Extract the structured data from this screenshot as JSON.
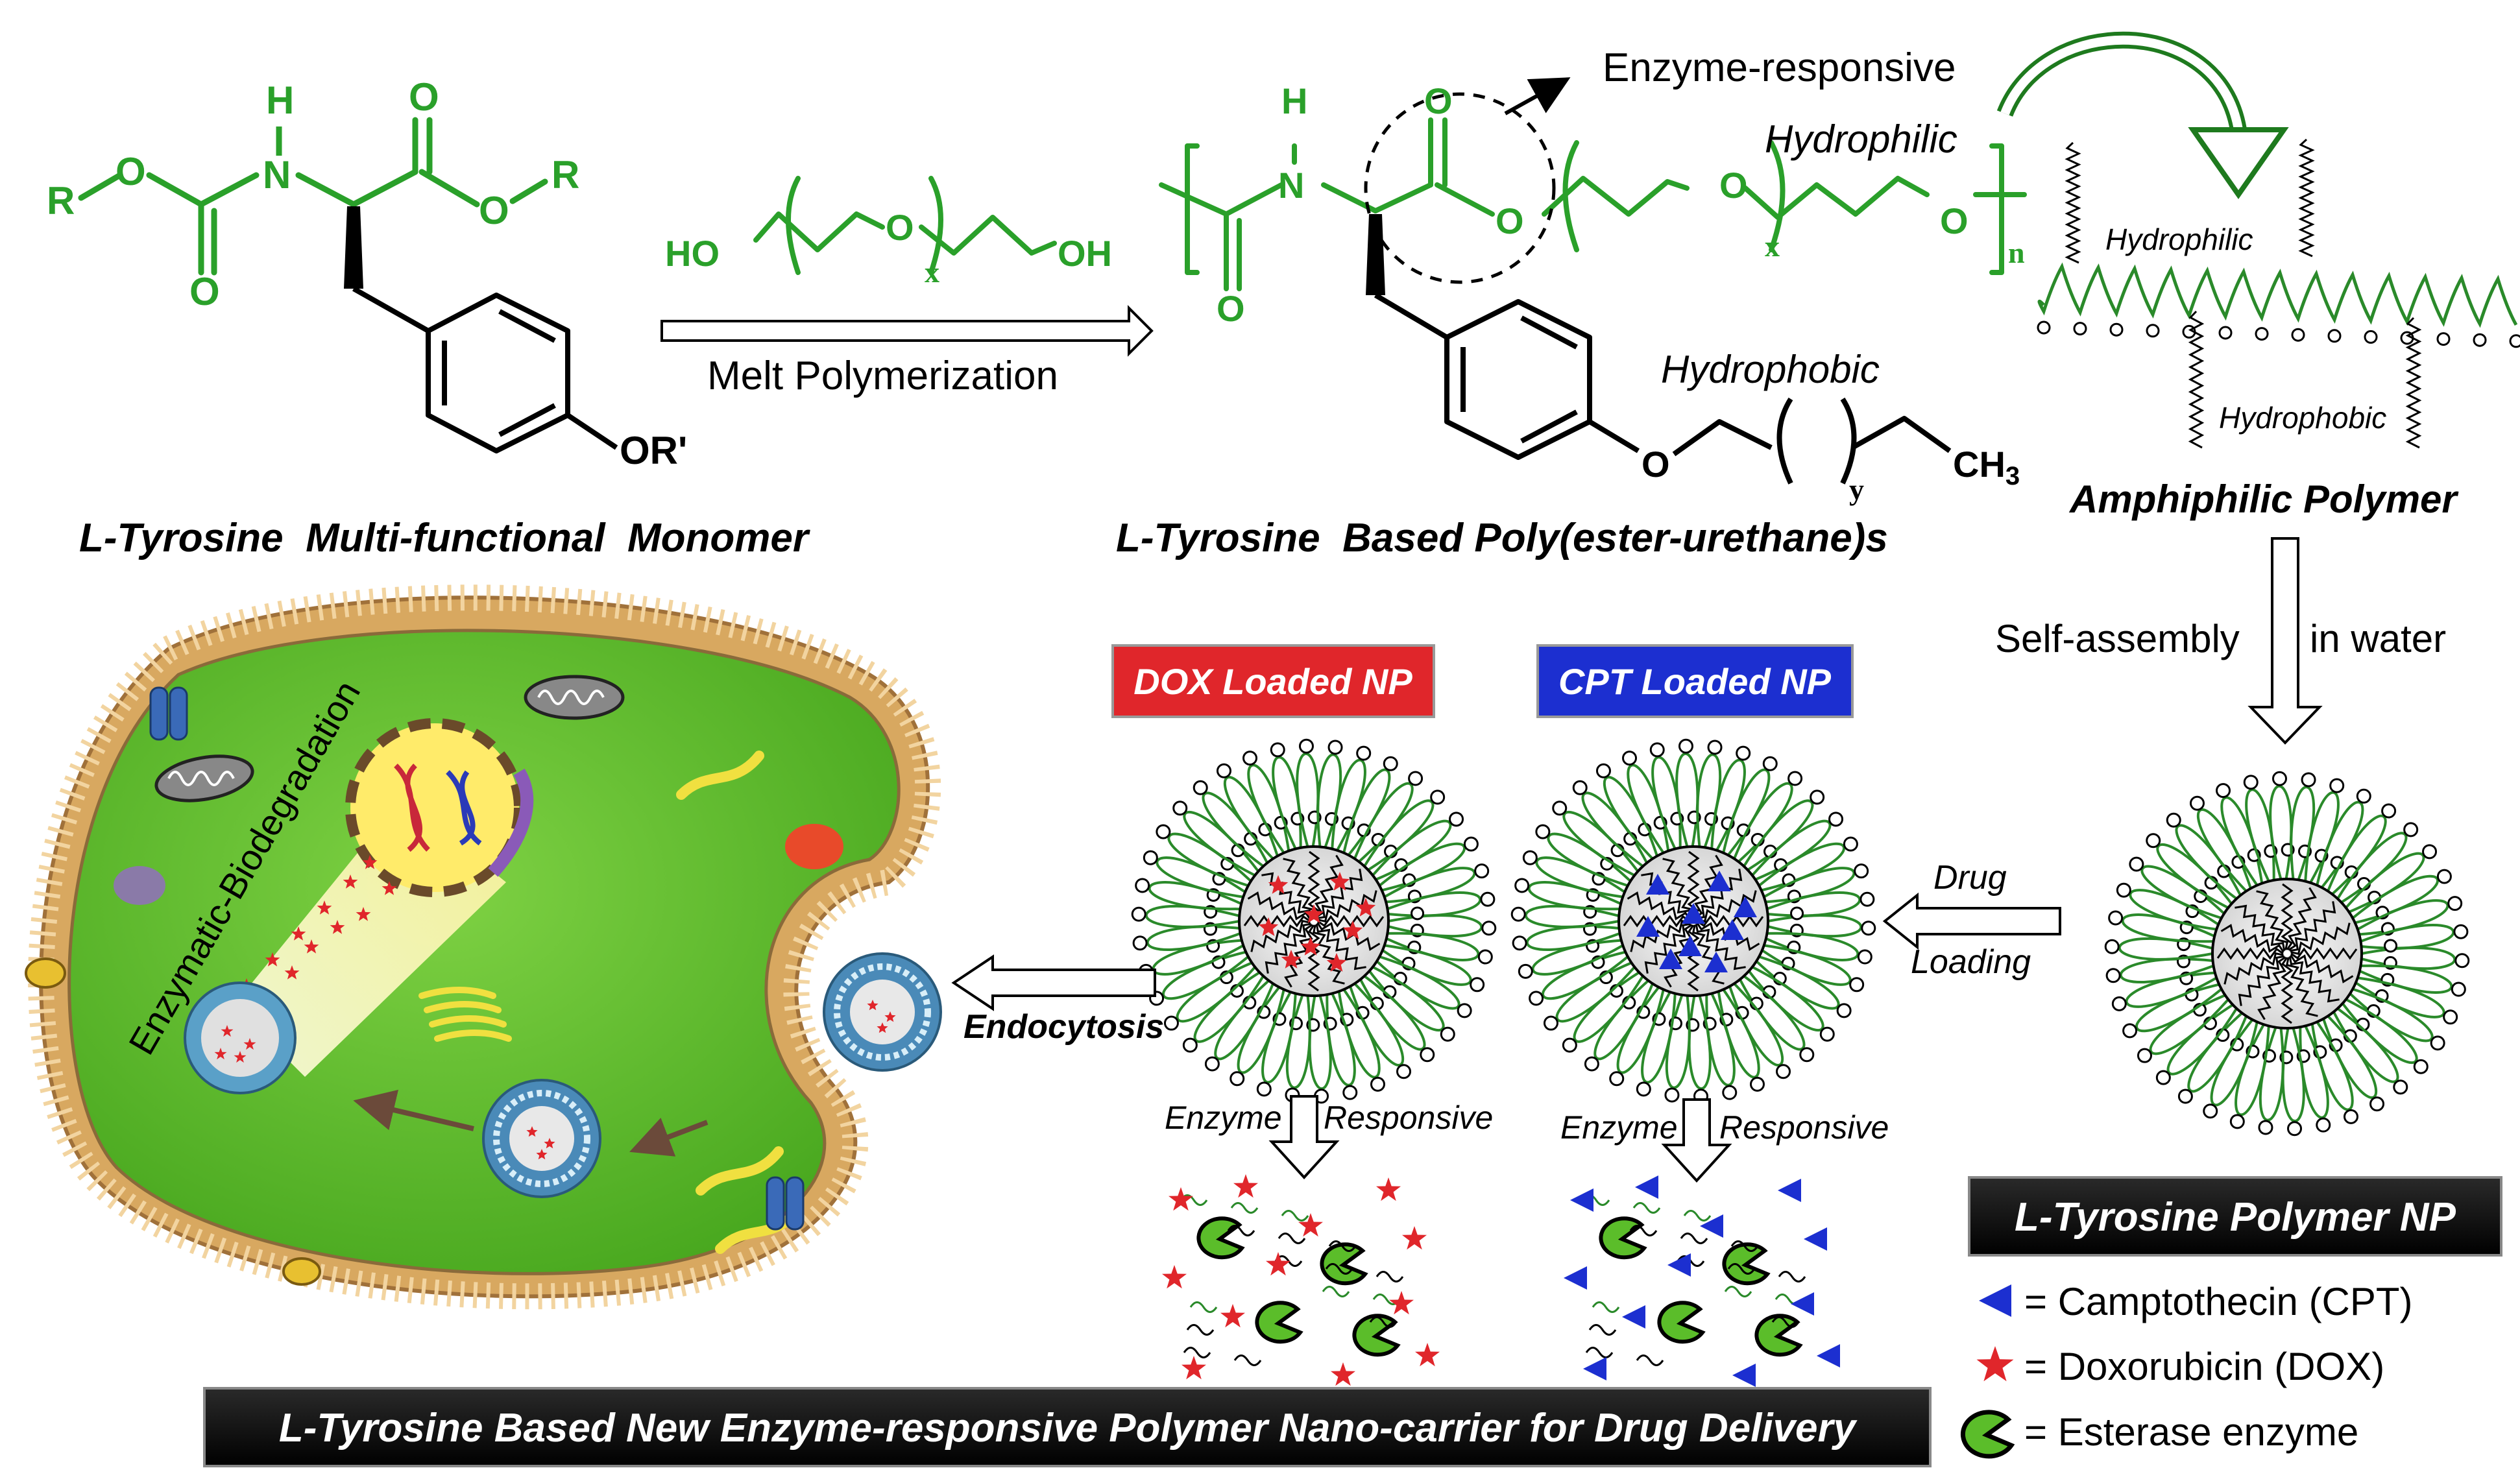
{
  "monomer": {
    "atoms": {
      "r_left": "R",
      "o1": "O",
      "h": "H",
      "n": "N",
      "o_top": "O",
      "o2": "O",
      "r_right": "R",
      "o_carbonyl": "O",
      "or_prime": "OR'"
    },
    "caption": "L-Tyrosine  Multi-functional  Monomer"
  },
  "diol": {
    "ho_left": "HO",
    "o_mid": "O",
    "x_sub": "x",
    "oh_right": "OH"
  },
  "arrow1": {
    "label": "Melt Polymerization"
  },
  "polymer": {
    "atoms": {
      "h": "H",
      "n": "N",
      "o_top": "O",
      "o_carbonyl": "O",
      "o_ester": "O",
      "o_peg1": "O",
      "x_sub": "x",
      "o_peg2": "O",
      "n_sub": "n",
      "o_ether": "O",
      "y_sub": "y",
      "ch": "CH",
      "ch_sub": "3"
    },
    "enzyme_label": "Enzyme-responsive",
    "hydrophilic_label": "Hydrophilic",
    "hydrophobic_label": "Hydrophobic",
    "caption": "L-Tyrosine  Based Poly(ester-urethane)s"
  },
  "amphiphilic": {
    "hydrophilic_label": "Hydrophilic",
    "hydrophobic_label": "Hydrophobic",
    "caption": "Amphiphilic Polymer"
  },
  "self_assembly": {
    "left": "Self-assembly",
    "right": "in water"
  },
  "np_label": "L-Tyrosine Polymer NP",
  "drug_loading": {
    "line1": "Drug",
    "line2": "Loading"
  },
  "dox_np": {
    "label": "DOX Loaded NP",
    "color": "#e0262b"
  },
  "cpt_np": {
    "label": "CPT Loaded NP",
    "color": "#1c2fd0"
  },
  "enzyme_responsive": {
    "left": "Enzyme",
    "right": "Responsive"
  },
  "endocytosis_label": "Endocytosis",
  "cell": {
    "degradation_label": "Enzymatic-Biodegradation",
    "cytoplasm_color": "#5bbd2a"
  },
  "legend": [
    {
      "icon": "triangle",
      "color": "#1c2fd0",
      "text": "= Camptothecin (CPT)"
    },
    {
      "icon": "star",
      "color": "#e0262b",
      "text": "= Doxorubicin (DOX)"
    },
    {
      "icon": "pacman",
      "color": "#5bbd2a",
      "text": "= Esterase enzyme"
    }
  ],
  "footer_title": "L-Tyrosine Based New Enzyme-responsive Polymer Nano-carrier for Drug Delivery"
}
